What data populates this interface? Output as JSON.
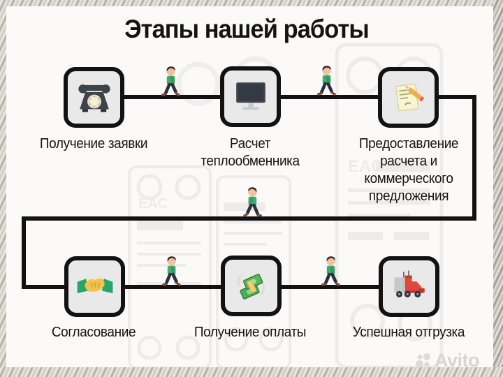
{
  "title": "Этапы нашей работы",
  "steps": [
    {
      "label": "Получение заявки",
      "icon": "rotary-phone"
    },
    {
      "label": "Расчет\nтеплообменника",
      "icon": "desktop-computer"
    },
    {
      "label": "Предоставление\nрасчета и\nкоммерческого\nпредложения",
      "icon": "memo-with-pencil"
    },
    {
      "label": "Согласование",
      "icon": "handshake"
    },
    {
      "label": "Получение оплаты",
      "icon": "money-banknotes"
    },
    {
      "label": "Успешная отгрузка",
      "icon": "delivery-truck"
    }
  ],
  "background": {
    "conformity_mark": "EAC"
  },
  "watermark": {
    "brand": "Avito"
  },
  "colors": {
    "line": "#121212",
    "box_fill": "#e9e9e9",
    "box_border": "#121212",
    "frame_stripe": "#b5afa6",
    "shirt_green": "#3fae6e",
    "truck_red": "#e0473c",
    "money_green": "#57b95c",
    "hands_yellow": "#f5c34c",
    "paper_cream": "#fbf4d4",
    "phone_dark": "#3d434b",
    "watermark_gray": "#d9d6d1"
  }
}
